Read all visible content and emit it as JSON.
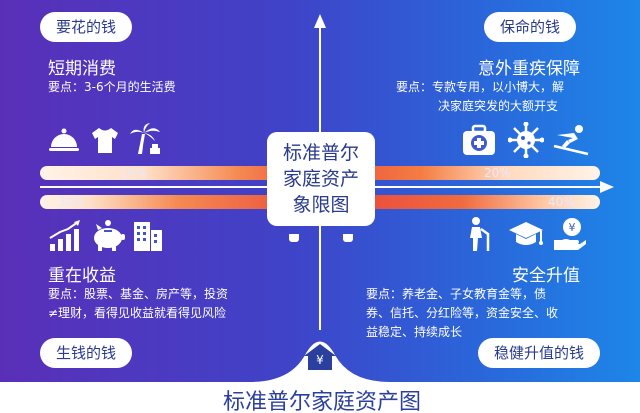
{
  "quadrants": {
    "top_left": {
      "pill": "要花的钱",
      "title": "短期消费",
      "desc": "要点：3-6个月的生活费",
      "pct": "10%",
      "icons": [
        "cloche-icon",
        "tshirt-icon",
        "palm-tree-icon"
      ]
    },
    "top_right": {
      "pill": "保命的钱",
      "title": "意外重疾保障",
      "desc_line1": "要点：专款专用，以小博大，解",
      "desc_line2": "决家庭突发的大额开支",
      "pct": "20%",
      "icons": [
        "medical-kit-icon",
        "virus-icon",
        "skier-icon"
      ]
    },
    "bottom_left": {
      "pill": "生钱的钱",
      "title": "重在收益",
      "desc_line1": "要点：股票、基金、房产等，投资",
      "desc_line2": "≠理财，看得见收益就看得见风险",
      "pct": "30%",
      "icons": [
        "bar-growth-icon",
        "piggy-bank-icon",
        "building-icon"
      ]
    },
    "bottom_right": {
      "pill": "稳健升值的钱",
      "title": "安全升值",
      "desc_line1": "要点：养老金、子女教育金等，债",
      "desc_line2": "券、信托、分红险等，资金安全、收",
      "desc_line3": "益稳定、持续成长",
      "pct": "40%",
      "icons": [
        "elderly-icon",
        "graduation-cap-icon",
        "money-hand-icon"
      ]
    }
  },
  "center": {
    "line1": "标准普尔",
    "line2": "家庭资产",
    "line3": "象限图"
  },
  "footer": {
    "yen_symbol": "¥",
    "title": "标准普尔家庭资产图"
  },
  "colors": {
    "bar_light": "#ffe5cf",
    "bar_orange": "#f47a3d",
    "bar_red": "#e8433c",
    "pill_text": "#2b3b8f"
  }
}
